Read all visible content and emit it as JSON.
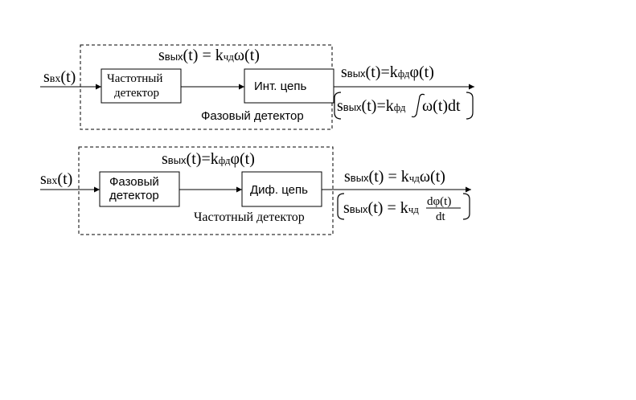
{
  "top": {
    "input_label": "s",
    "input_sub": "вх",
    "t_arg": "(t)",
    "eq_mid_s": "s",
    "eq_mid_sub": "вых",
    "eq_mid_t": "(t)",
    "eq_mid_eq": " = ",
    "eq_mid_k": "k",
    "eq_mid_ksub": "чд",
    "eq_mid_fn": "ω(t)",
    "block1_line1": "Частотный",
    "block1_line2": "детектор",
    "block2": "Инт. цепь",
    "caption": "Фазовый  детектор",
    "out1_s": "s",
    "out1_sub": "вых",
    "out1_t": "(t)",
    "out1_eq": "=",
    "out1_k": "k",
    "out1_ksub": "фд",
    "out1_fn": "φ(t)",
    "out2_s": "s",
    "out2_sub": "вых",
    "out2_t": "(t)",
    "out2_eq": "=",
    "out2_k": "k",
    "out2_ksub": "фд",
    "out2_integrand": "ω(t)dt"
  },
  "bottom": {
    "input_label": "s",
    "input_sub": "вх",
    "t_arg": "(t)",
    "eq_mid_s": "s",
    "eq_mid_sub": "вых",
    "eq_mid_t": "(t)",
    "eq_mid_eq": "=",
    "eq_mid_k": "k",
    "eq_mid_ksub": "фд",
    "eq_mid_fn": "φ(t)",
    "block1_line1": "Фазовый",
    "block1_line2": "детектор",
    "block2": "Диф. цепь",
    "caption": "Частотный  детектор",
    "out1_s": "s",
    "out1_sub": "вых",
    "out1_t": "(t)",
    "out1_eq": " = ",
    "out1_k": "k",
    "out1_ksub": "чд",
    "out1_fn": "ω(t)",
    "out2_s": "s",
    "out2_sub": "вых",
    "out2_t": "(t)",
    "out2_eq": " = ",
    "out2_k": "k",
    "out2_ksub": "чд",
    "out2_num": "dφ(t)",
    "out2_den": "dt"
  }
}
